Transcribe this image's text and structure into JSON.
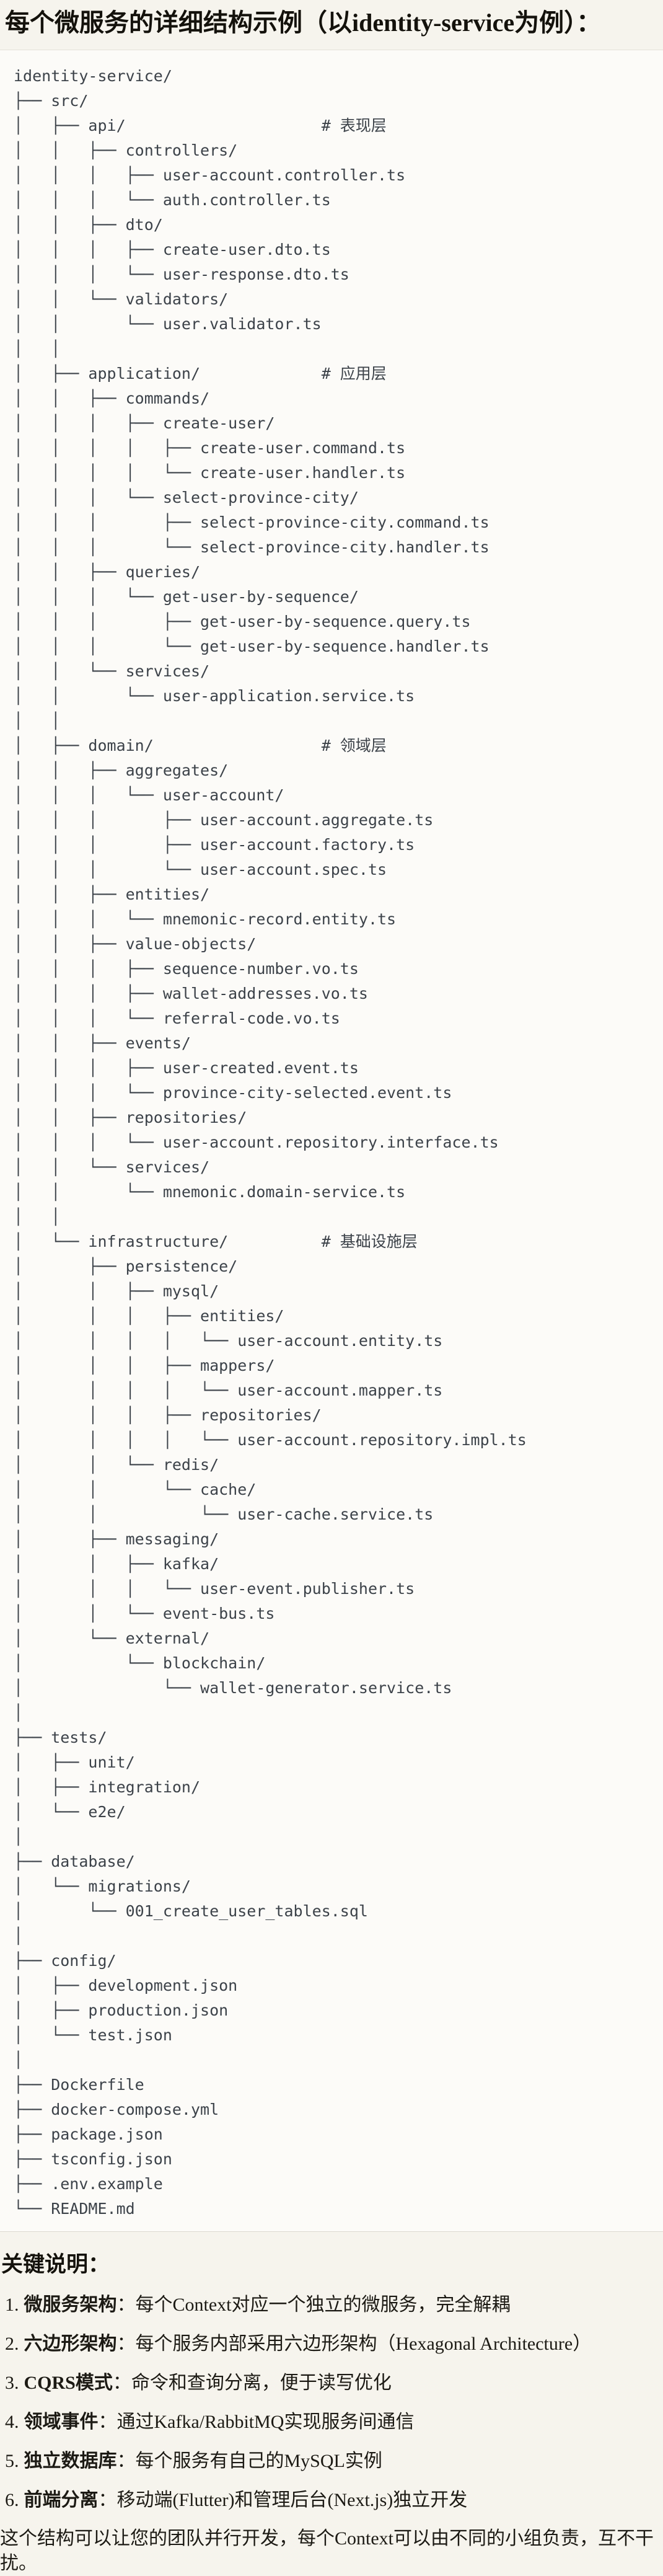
{
  "title": {
    "text": "每个微服务的详细结构示例（以identity-service为例）："
  },
  "colors": {
    "page_bg": "#f6f4ed",
    "code_bg": "#fcfbf8",
    "divider": "#dedcd3",
    "tree_text": "#3c4249",
    "body_text": "#1c1a14"
  },
  "tree": {
    "comment_column": 33,
    "comment_prefix": "# ",
    "lines": [
      {
        "t": "identity-service/"
      },
      {
        "t": "├── src/"
      },
      {
        "t": "│   ├── api/",
        "c": "表现层"
      },
      {
        "t": "│   │   ├── controllers/"
      },
      {
        "t": "│   │   │   ├── user-account.controller.ts"
      },
      {
        "t": "│   │   │   └── auth.controller.ts"
      },
      {
        "t": "│   │   ├── dto/"
      },
      {
        "t": "│   │   │   ├── create-user.dto.ts"
      },
      {
        "t": "│   │   │   └── user-response.dto.ts"
      },
      {
        "t": "│   │   └── validators/"
      },
      {
        "t": "│   │       └── user.validator.ts"
      },
      {
        "t": "│   │"
      },
      {
        "t": "│   ├── application/",
        "c": "应用层"
      },
      {
        "t": "│   │   ├── commands/"
      },
      {
        "t": "│   │   │   ├── create-user/"
      },
      {
        "t": "│   │   │   │   ├── create-user.command.ts"
      },
      {
        "t": "│   │   │   │   └── create-user.handler.ts"
      },
      {
        "t": "│   │   │   └── select-province-city/"
      },
      {
        "t": "│   │   │       ├── select-province-city.command.ts"
      },
      {
        "t": "│   │   │       └── select-province-city.handler.ts"
      },
      {
        "t": "│   │   ├── queries/"
      },
      {
        "t": "│   │   │   └── get-user-by-sequence/"
      },
      {
        "t": "│   │   │       ├── get-user-by-sequence.query.ts"
      },
      {
        "t": "│   │   │       └── get-user-by-sequence.handler.ts"
      },
      {
        "t": "│   │   └── services/"
      },
      {
        "t": "│   │       └── user-application.service.ts"
      },
      {
        "t": "│   │"
      },
      {
        "t": "│   ├── domain/",
        "c": "领域层"
      },
      {
        "t": "│   │   ├── aggregates/"
      },
      {
        "t": "│   │   │   └── user-account/"
      },
      {
        "t": "│   │   │       ├── user-account.aggregate.ts"
      },
      {
        "t": "│   │   │       ├── user-account.factory.ts"
      },
      {
        "t": "│   │   │       └── user-account.spec.ts"
      },
      {
        "t": "│   │   ├── entities/"
      },
      {
        "t": "│   │   │   └── mnemonic-record.entity.ts"
      },
      {
        "t": "│   │   ├── value-objects/"
      },
      {
        "t": "│   │   │   ├── sequence-number.vo.ts"
      },
      {
        "t": "│   │   │   ├── wallet-addresses.vo.ts"
      },
      {
        "t": "│   │   │   └── referral-code.vo.ts"
      },
      {
        "t": "│   │   ├── events/"
      },
      {
        "t": "│   │   │   ├── user-created.event.ts"
      },
      {
        "t": "│   │   │   └── province-city-selected.event.ts"
      },
      {
        "t": "│   │   ├── repositories/"
      },
      {
        "t": "│   │   │   └── user-account.repository.interface.ts"
      },
      {
        "t": "│   │   └── services/"
      },
      {
        "t": "│   │       └── mnemonic.domain-service.ts"
      },
      {
        "t": "│   │"
      },
      {
        "t": "│   └── infrastructure/",
        "c": "基础设施层"
      },
      {
        "t": "│       ├── persistence/"
      },
      {
        "t": "│       │   ├── mysql/"
      },
      {
        "t": "│       │   │   ├── entities/"
      },
      {
        "t": "│       │   │   │   └── user-account.entity.ts"
      },
      {
        "t": "│       │   │   ├── mappers/"
      },
      {
        "t": "│       │   │   │   └── user-account.mapper.ts"
      },
      {
        "t": "│       │   │   ├── repositories/"
      },
      {
        "t": "│       │   │   │   └── user-account.repository.impl.ts"
      },
      {
        "t": "│       │   └── redis/"
      },
      {
        "t": "│       │       └── cache/"
      },
      {
        "t": "│       │           └── user-cache.service.ts"
      },
      {
        "t": "│       ├── messaging/"
      },
      {
        "t": "│       │   ├── kafka/"
      },
      {
        "t": "│       │   │   └── user-event.publisher.ts"
      },
      {
        "t": "│       │   └── event-bus.ts"
      },
      {
        "t": "│       └── external/"
      },
      {
        "t": "│           └── blockchain/"
      },
      {
        "t": "│               └── wallet-generator.service.ts"
      },
      {
        "t": "│"
      },
      {
        "t": "├── tests/"
      },
      {
        "t": "│   ├── unit/"
      },
      {
        "t": "│   ├── integration/"
      },
      {
        "t": "│   └── e2e/"
      },
      {
        "t": "│"
      },
      {
        "t": "├── database/"
      },
      {
        "t": "│   └── migrations/"
      },
      {
        "t": "│       └── 001_create_user_tables.sql"
      },
      {
        "t": "│"
      },
      {
        "t": "├── config/"
      },
      {
        "t": "│   ├── development.json"
      },
      {
        "t": "│   ├── production.json"
      },
      {
        "t": "│   └── test.json"
      },
      {
        "t": "│"
      },
      {
        "t": "├── Dockerfile"
      },
      {
        "t": "├── docker-compose.yml"
      },
      {
        "t": "├── package.json"
      },
      {
        "t": "├── tsconfig.json"
      },
      {
        "t": "├── .env.example"
      },
      {
        "t": "└── README.md"
      }
    ]
  },
  "notes": {
    "heading": "关键说明：",
    "items": [
      {
        "num": "1.",
        "term": "微服务架构",
        "desc": "：每个Context对应一个独立的微服务，完全解耦"
      },
      {
        "num": "2.",
        "term": "六边形架构",
        "desc": "：每个服务内部采用六边形架构（Hexagonal Architecture）"
      },
      {
        "num": "3.",
        "term": "CQRS模式",
        "desc": "：命令和查询分离，便于读写优化"
      },
      {
        "num": "4.",
        "term": "领域事件",
        "desc": "：通过Kafka/RabbitMQ实现服务间通信"
      },
      {
        "num": "5.",
        "term": "独立数据库",
        "desc": "：每个服务有自己的MySQL实例"
      },
      {
        "num": "6.",
        "term": "前端分离",
        "desc": "：移动端(Flutter)和管理后台(Next.js)独立开发"
      }
    ],
    "footer": "这个结构可以让您的团队并行开发，每个Context可以由不同的小组负责，互不干扰。"
  }
}
